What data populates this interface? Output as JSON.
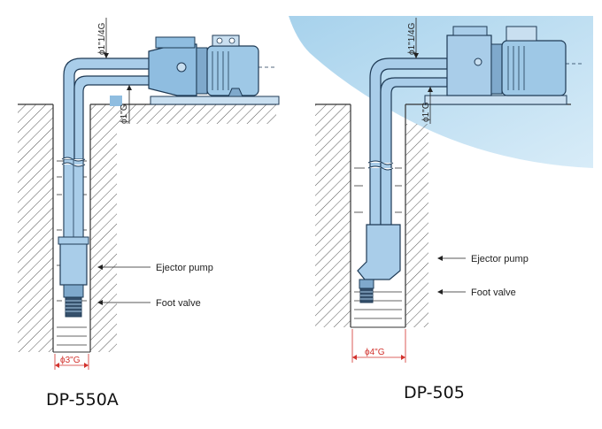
{
  "left_diagram": {
    "model": "DP-550A",
    "ejector_label": "Ejector pump",
    "foot_valve_label": "Foot valve",
    "pipe_upper_dim": "ϕ1\"1/4G",
    "pipe_lower_dim": "ϕ1\"G",
    "well_dim": "ϕ3\"G"
  },
  "right_diagram": {
    "model": "DP-505",
    "ejector_label": "Ejector pump",
    "foot_valve_label": "Foot valve",
    "pipe_upper_dim": "ϕ1\"1/4G",
    "pipe_lower_dim": "ϕ1\"G",
    "well_dim": "ϕ4\"G"
  },
  "colors": {
    "pipe_fill": "#a9cde9",
    "pipe_stroke": "#1e3a55",
    "background_shade": "#b9dcf0",
    "dimension_red": "#d2322d"
  }
}
